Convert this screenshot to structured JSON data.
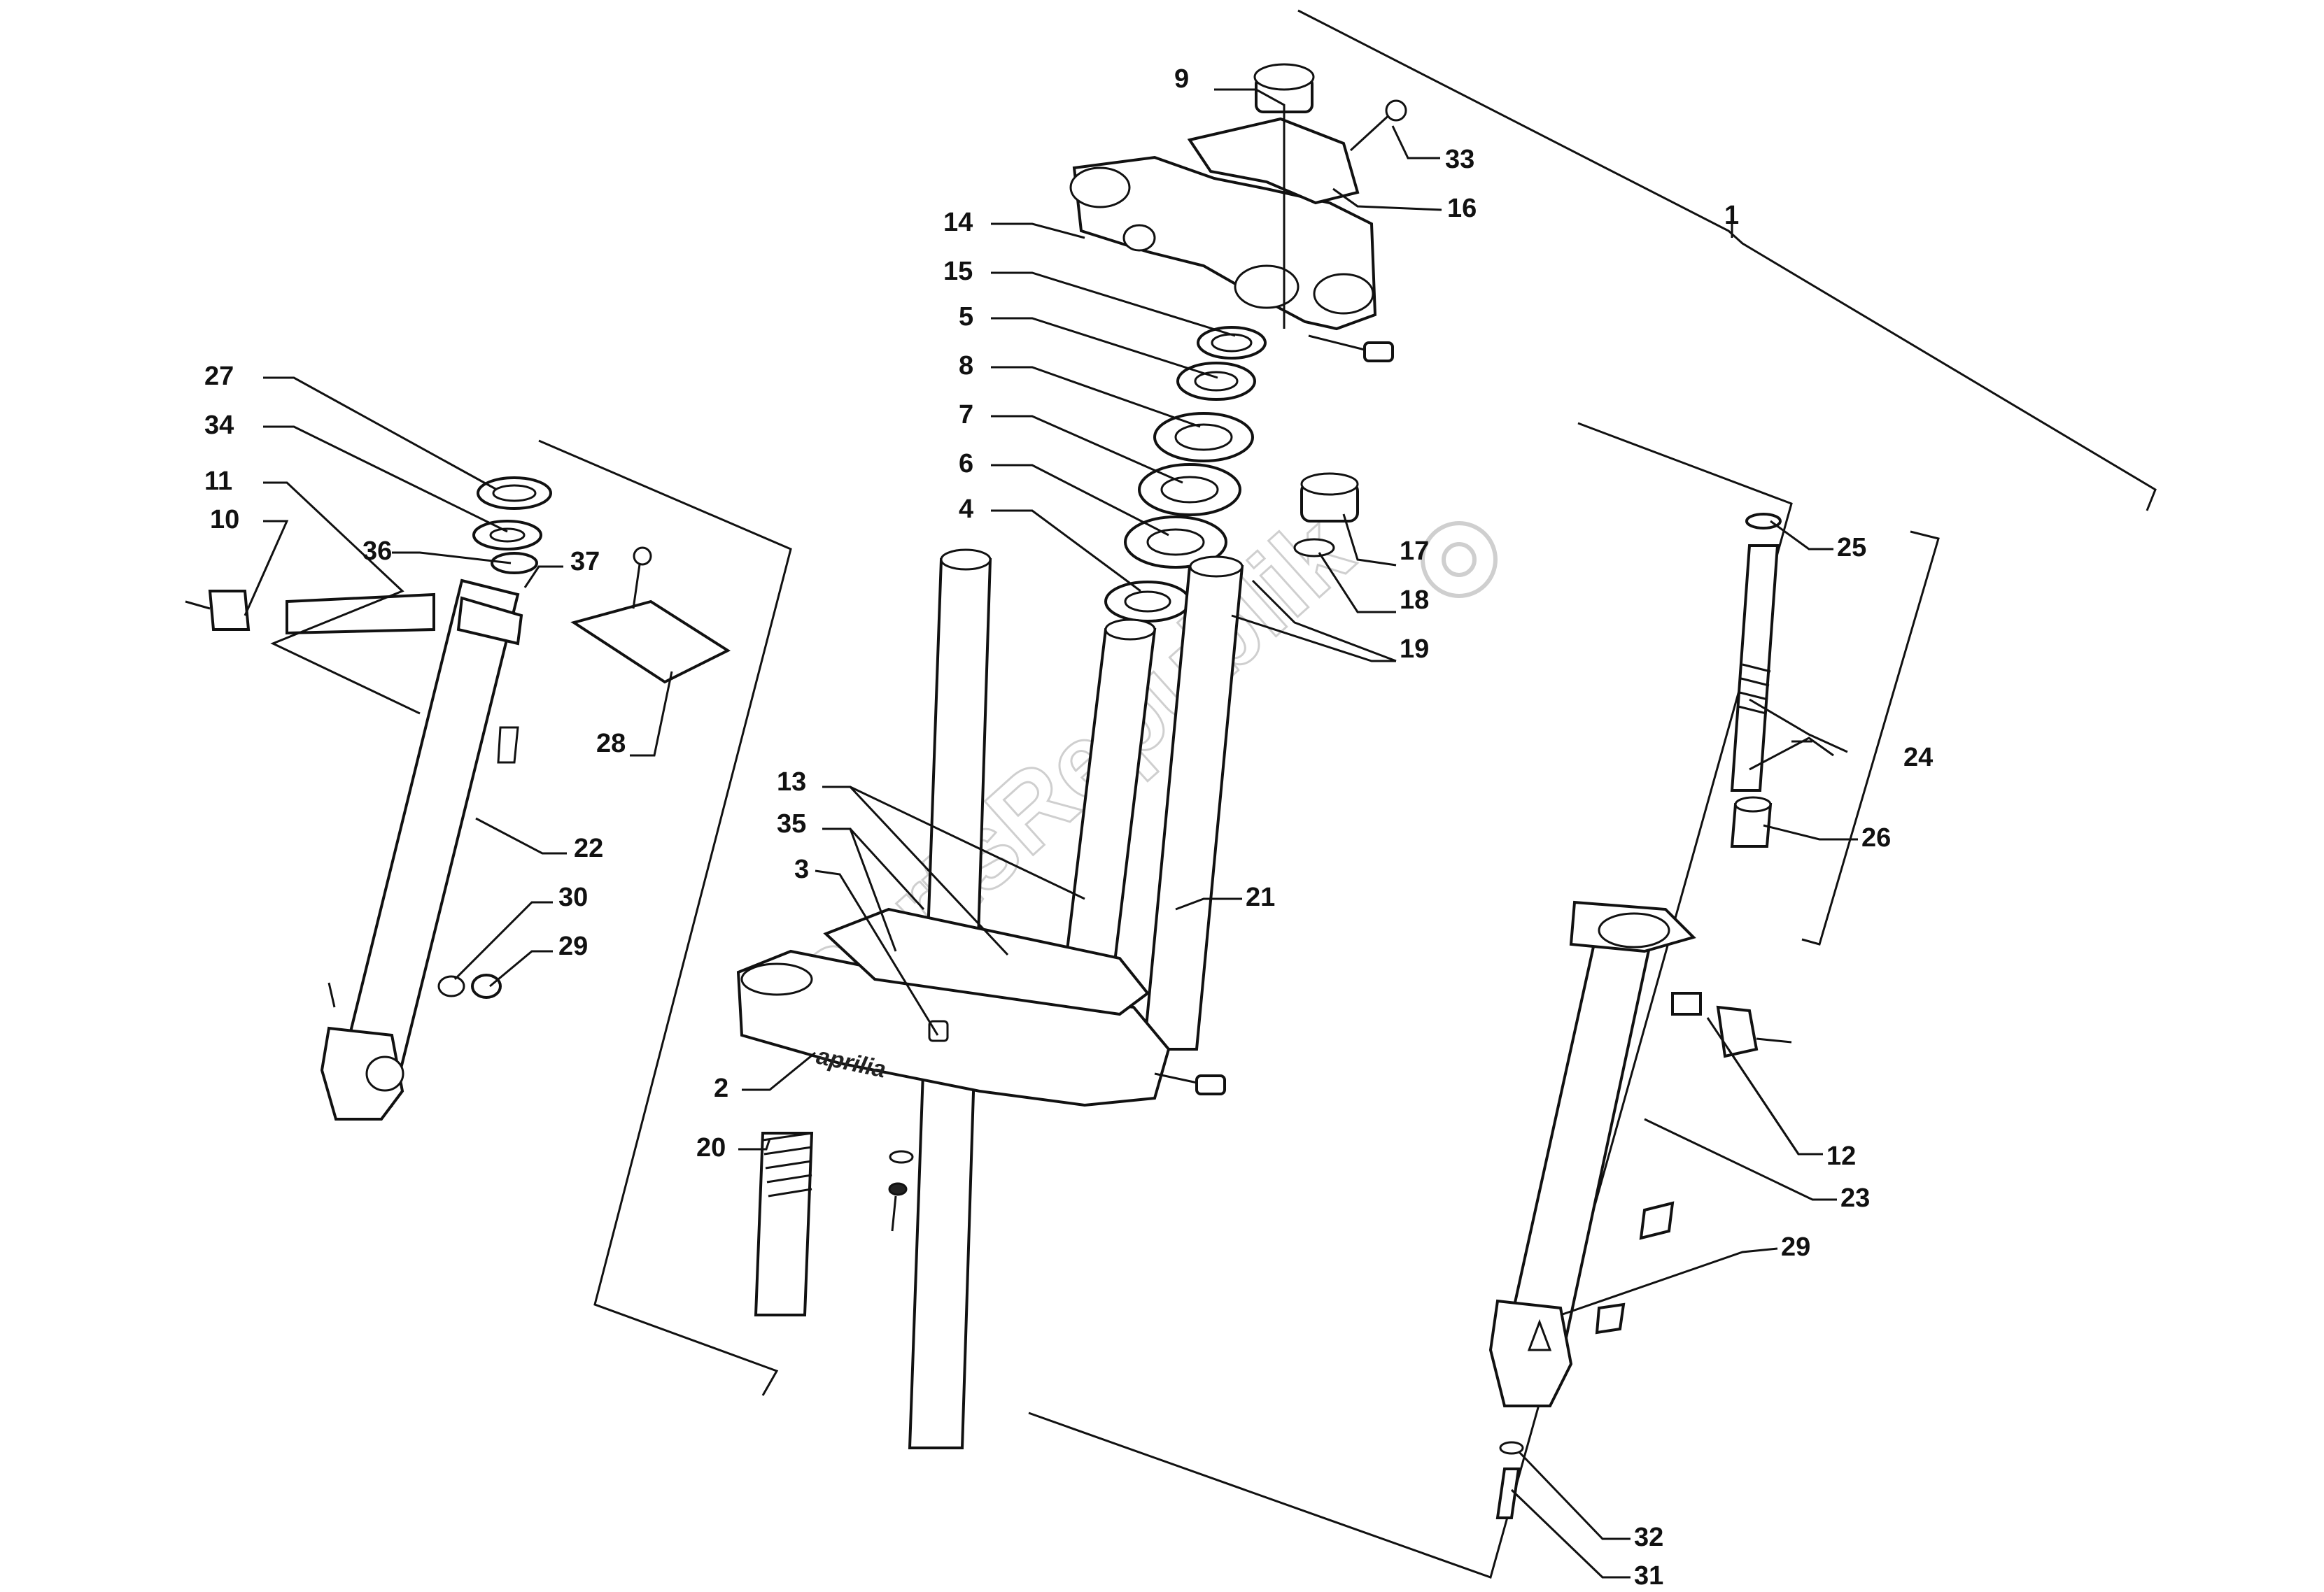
{
  "labels": {
    "p1": "1",
    "p2": "2",
    "p3": "3",
    "p4": "4",
    "p5": "5",
    "p6": "6",
    "p7": "7",
    "p8": "8",
    "p9": "9",
    "p10": "10",
    "p11": "11",
    "p12": "12",
    "p13": "13",
    "p14": "14",
    "p15": "15",
    "p16": "16",
    "p17": "17",
    "p18": "18",
    "p19": "19",
    "p20": "20",
    "p21": "21",
    "p22": "22",
    "p23": "23",
    "p24": "24",
    "p25": "25",
    "p26": "26",
    "p27": "27",
    "p28": "28",
    "p29a": "29",
    "p29b": "29",
    "p30": "30",
    "p31": "31",
    "p32": "32",
    "p33": "33",
    "p34": "34",
    "p35": "35",
    "p36": "36",
    "p37": "37"
  },
  "brand_mark": "aprilia",
  "watermark": "PartsRepublik"
}
